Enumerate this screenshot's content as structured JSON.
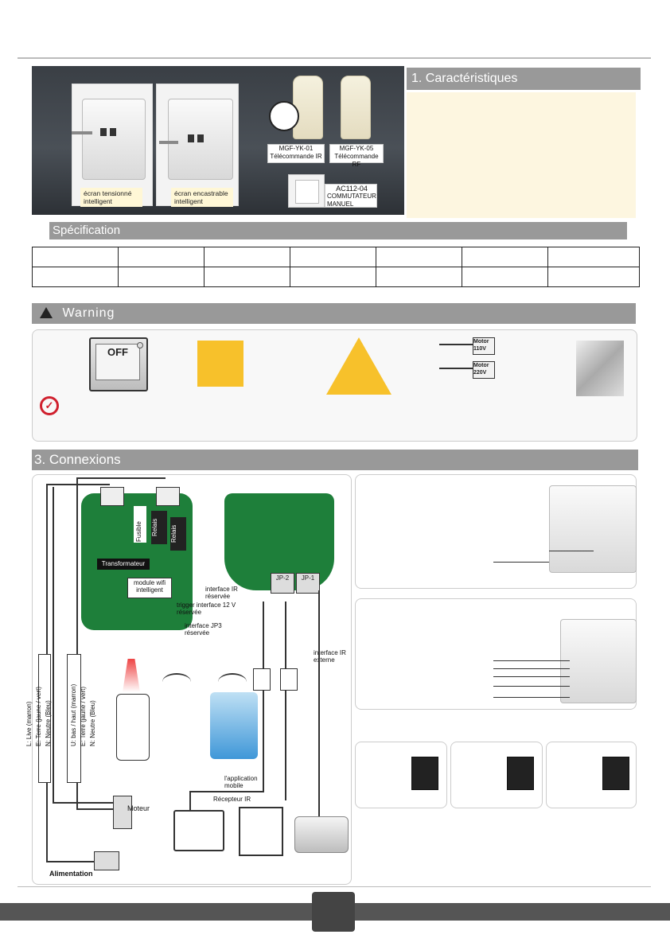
{
  "photos": {
    "caption_tensioned": "écran tensionné intelligent",
    "caption_recessed": "écran encastrable intelligent",
    "remote_ir_model": "MGF-YK-01",
    "remote_ir_label": "Télécommande IR",
    "remote_rf_model": "MGF-YK-05",
    "remote_rf_label": "Télécommande RF",
    "switch_model": "AC112-04",
    "switch_label": "COMMUTATEUR MANUEL"
  },
  "sections": {
    "features_title": "1. Caractéristiques",
    "spec_title": "Spécification",
    "warning_title": "Warning",
    "connections_title": "3. Connexions"
  },
  "warning": {
    "off_label": "OFF",
    "motor_110": "Motor 110V",
    "motor_220": "Motor 220V"
  },
  "diagram": {
    "fuse": "Fusible",
    "relay1": "Relais",
    "relay2": "Relais",
    "transformer": "Transformateur",
    "wifi_module": "module wifi intelligent",
    "ir_reserved": "interface IR réservée",
    "trigger": "trigger interface 12 V réservée",
    "jp3": "interface JP3 réservée",
    "jp2": "JP-2",
    "jp1": "JP-1",
    "ir_external": "interface IR externe",
    "wire_n": "N: Neutre (Bleu)",
    "wire_e": "E: Terre (jaune / vert)",
    "wire_u": "U: bas / haut (marron)",
    "wire_n2": "N: Neutre (Bleu)",
    "wire_e2": "E: Terre (jaune / vert)",
    "wire_l": "L: Live (marron)",
    "motor": "Moteur",
    "power": "Alimentation",
    "app": "l'application mobile",
    "ir_receiver": "Récepteur IR"
  },
  "colors": {
    "section_gray": "#999999",
    "pcb_green": "#1e7f3a",
    "warning_yellow": "#f7c12b",
    "check_red": "#d0202e"
  }
}
